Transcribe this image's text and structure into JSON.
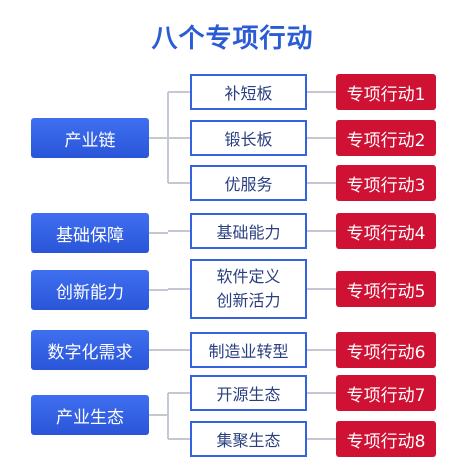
{
  "title": "八个专项行动",
  "colors": {
    "title": "#2b5cd6",
    "category_fill": "#3565e4",
    "item_border": "#3563e0",
    "action_fill": "#cf1133",
    "connector": "#c4c8d2"
  },
  "categories": [
    {
      "label": "产业链"
    },
    {
      "label": "基础保障"
    },
    {
      "label": "创新能力"
    },
    {
      "label": "数字化需求"
    },
    {
      "label": "产业生态"
    }
  ],
  "items": [
    {
      "lines": [
        "补短板"
      ]
    },
    {
      "lines": [
        "锻长板"
      ]
    },
    {
      "lines": [
        "优服务"
      ]
    },
    {
      "lines": [
        "基础能力"
      ]
    },
    {
      "lines": [
        "软件定义",
        "创新活力"
      ]
    },
    {
      "lines": [
        "制造业转型"
      ]
    },
    {
      "lines": [
        "开源生态"
      ]
    },
    {
      "lines": [
        "集聚生态"
      ]
    }
  ],
  "actions": [
    {
      "label": "专项行动1"
    },
    {
      "label": "专项行动2"
    },
    {
      "label": "专项行动3"
    },
    {
      "label": "专项行动4"
    },
    {
      "label": "专项行动5"
    },
    {
      "label": "专项行动6"
    },
    {
      "label": "专项行动7"
    },
    {
      "label": "专项行动8"
    }
  ]
}
